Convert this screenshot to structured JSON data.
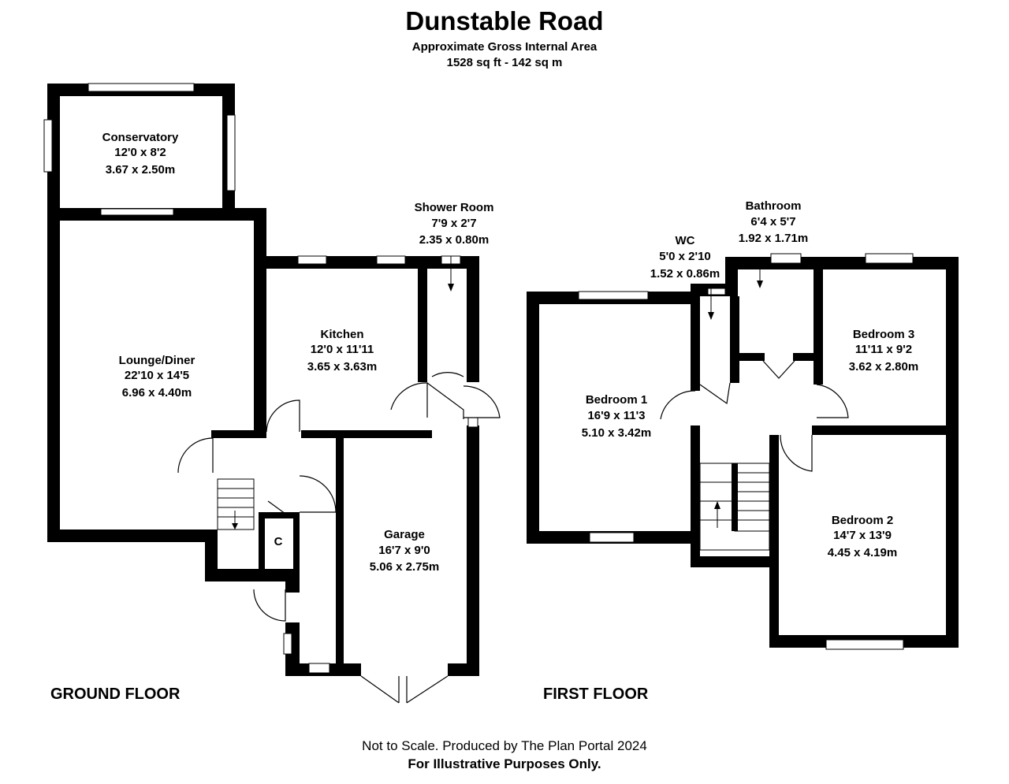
{
  "header": {
    "title": "Dunstable Road",
    "area_label": "Approximate Gross Internal Area",
    "area_value": "1528 sq ft - 142 sq m"
  },
  "floors": {
    "ground": "GROUND FLOOR",
    "first": "FIRST FLOOR"
  },
  "rooms": {
    "conservatory": {
      "name": "Conservatory",
      "imperial": "12'0 x 8'2",
      "metric": "3.67 x 2.50m"
    },
    "lounge": {
      "name": "Lounge/Diner",
      "imperial": "22'10 x 14'5",
      "metric": "6.96 x 4.40m"
    },
    "kitchen": {
      "name": "Kitchen",
      "imperial": "12'0 x 11'11",
      "metric": "3.65 x 3.63m"
    },
    "shower": {
      "name": "Shower Room",
      "imperial": "7'9 x 2'7",
      "metric": "2.35 x 0.80m"
    },
    "garage": {
      "name": "Garage",
      "imperial": "16'7 x 9'0",
      "metric": "5.06 x 2.75m"
    },
    "cupboard": {
      "name": "C"
    },
    "bedroom1": {
      "name": "Bedroom 1",
      "imperial": "16'9 x 11'3",
      "metric": "5.10 x 3.42m"
    },
    "wc": {
      "name": "WC",
      "imperial": "5'0 x 2'10",
      "metric": "1.52 x 0.86m"
    },
    "bathroom": {
      "name": "Bathroom",
      "imperial": "6'4 x 5'7",
      "metric": "1.92 x 1.71m"
    },
    "bedroom3": {
      "name": "Bedroom 3",
      "imperial": "11'11 x 9'2",
      "metric": "3.62 x 2.80m"
    },
    "bedroom2": {
      "name": "Bedroom 2",
      "imperial": "14'7 x 13'9",
      "metric": "4.45 x 4.19m"
    }
  },
  "footer": {
    "line1": "Not to Scale. Produced by The Plan Portal 2024",
    "line2": "For Illustrative Purposes Only."
  }
}
